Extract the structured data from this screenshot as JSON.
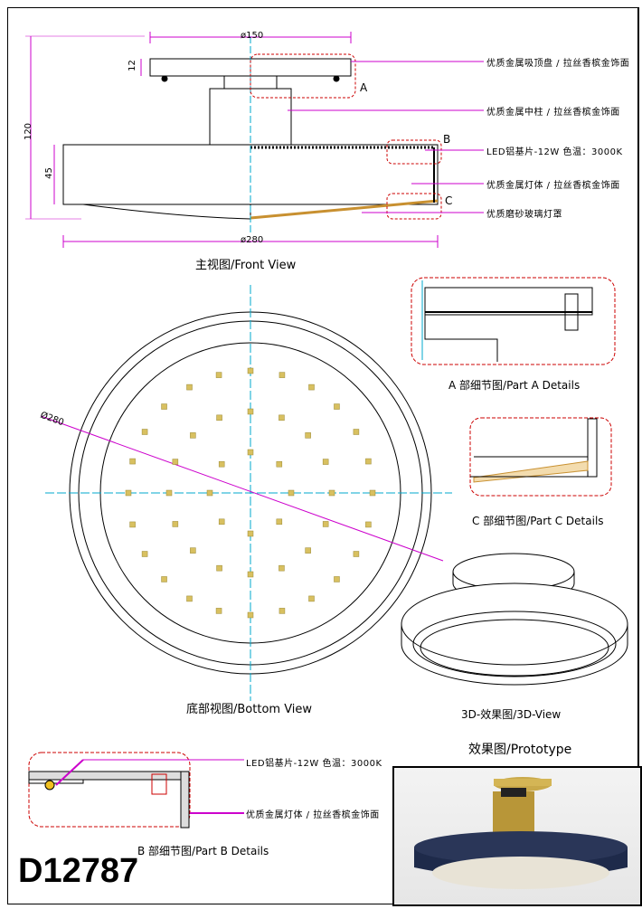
{
  "front_view": {
    "caption": "主视图/Front View",
    "dim_width_top": "ø150",
    "dim_width_bottom": "ø280",
    "dim_height_total": "120",
    "dim_height_base": "12",
    "dim_height_body": "45",
    "marker_a": "A",
    "marker_b": "B",
    "marker_c": "C",
    "notes": [
      "优质金属吸顶盘 / 拉丝香槟金饰面",
      "优质金属中柱 / 拉丝香槟金饰面",
      "LED铝基片-12W 色温：3000K",
      "优质金属灯体 / 拉丝香槟金饰面",
      "优质磨砂玻璃灯罩"
    ]
  },
  "bottom_view": {
    "caption": "底部视图/Bottom View",
    "dim_diameter": "Ø280"
  },
  "part_a": {
    "caption": "A 部细节图/Part A Details"
  },
  "part_c": {
    "caption": "C 部细节图/Part C Details"
  },
  "part_b": {
    "caption": "B 部细节图/Part B Details",
    "notes": [
      "LED铝基片-12W 色温：3000K",
      "优质金属灯体 / 拉丝香槟金饰面"
    ]
  },
  "view_3d": {
    "caption": "3D-效果图/3D-View"
  },
  "prototype": {
    "caption": "效果图/Prototype"
  },
  "model_code": "D12787",
  "colors": {
    "dimension": "#cc00cc",
    "callout": "#cc0000",
    "center": "#00aacc",
    "led": "#d8c060"
  }
}
